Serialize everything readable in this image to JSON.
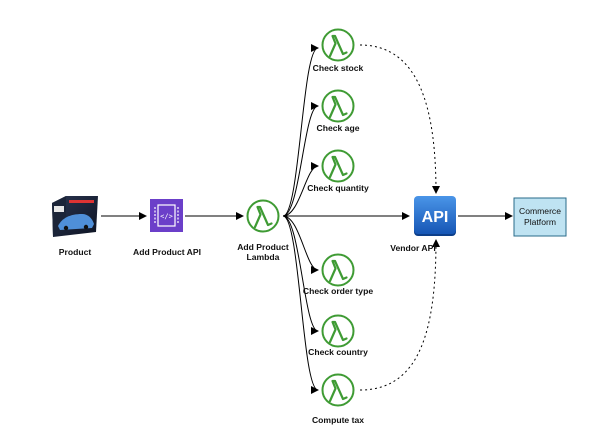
{
  "nodes": {
    "product": {
      "label": "Product"
    },
    "add_product_api": {
      "label": "Add Product API"
    },
    "add_product_lambda": {
      "label": "Add Product Lambda"
    },
    "check_stock": {
      "label": "Check stock"
    },
    "check_age": {
      "label": "Check age"
    },
    "check_quantity": {
      "label": "Check quantity"
    },
    "check_order_type": {
      "label": "Check order type"
    },
    "check_country": {
      "label": "Check country"
    },
    "compute_tax": {
      "label": "Compute tax"
    },
    "vendor_api": {
      "label": "Vendor API",
      "icon_text": "API"
    },
    "commerce_platform": {
      "label": "Commerce Platform"
    }
  },
  "icons": {
    "lambda": "aws-lambda-icon",
    "api_gateway": "aws-api-gateway-icon",
    "vendor_api": "api-icon",
    "product": "product-box-image"
  },
  "colors": {
    "lambda_green": "#3f9b34",
    "api_gateway_purple": "#6b3fc9",
    "vendor_api_blue": "#1f6fd1",
    "commerce_fill": "#bfe3f2",
    "commerce_border": "#2a6b8a"
  }
}
